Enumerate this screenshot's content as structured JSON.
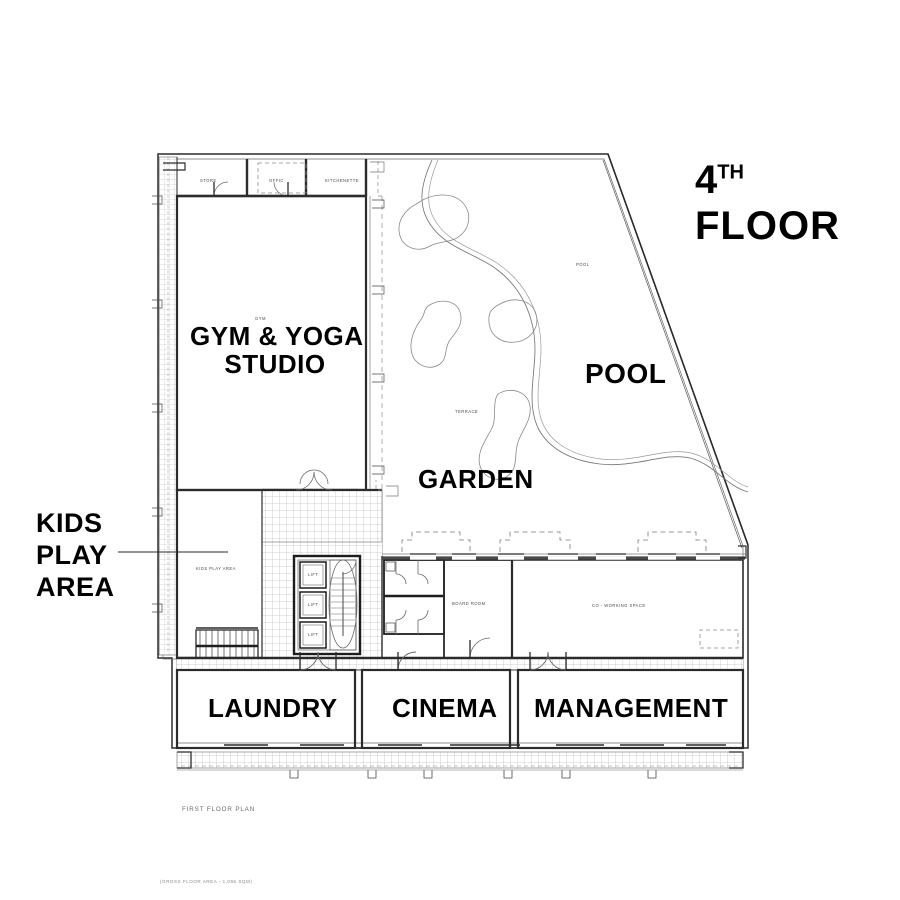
{
  "sheet": {
    "title_main": "FLOOR",
    "title_number": "4",
    "title_ordinal": "TH",
    "caption": "FIRST FLOOR PLAN",
    "footnote": "(GROSS FLOOR AREA - 1,096 SQM)",
    "background": "#ffffff",
    "ink": "#000000",
    "line_grey": "#555555",
    "hatch_grey": "#9a9a9a"
  },
  "display_labels": {
    "gym_line1": "GYM & YOGA",
    "gym_line2": "STUDIO",
    "pool": "POOL",
    "garden": "GARDEN",
    "kids_line1": "KIDS",
    "kids_line2": "PLAY",
    "kids_line3": "AREA",
    "laundry": "LAUNDRY",
    "cinema": "CINEMA",
    "management": "MANAGEMENT"
  },
  "plan_annotations": {
    "store": "STORE",
    "office": "OFFIC",
    "kitchenette": "KITCHENETTE",
    "gym": "GYM",
    "kids_play_area": "KIDS PLAY AREA",
    "pool": "POOL",
    "terrace": "TERRACE",
    "board_room": "BOARD ROOM",
    "co_working": "CO - WORKING SPACE",
    "lift_1": "LIFT",
    "lift_2": "LIFT",
    "lift_3": "LIFT"
  }
}
